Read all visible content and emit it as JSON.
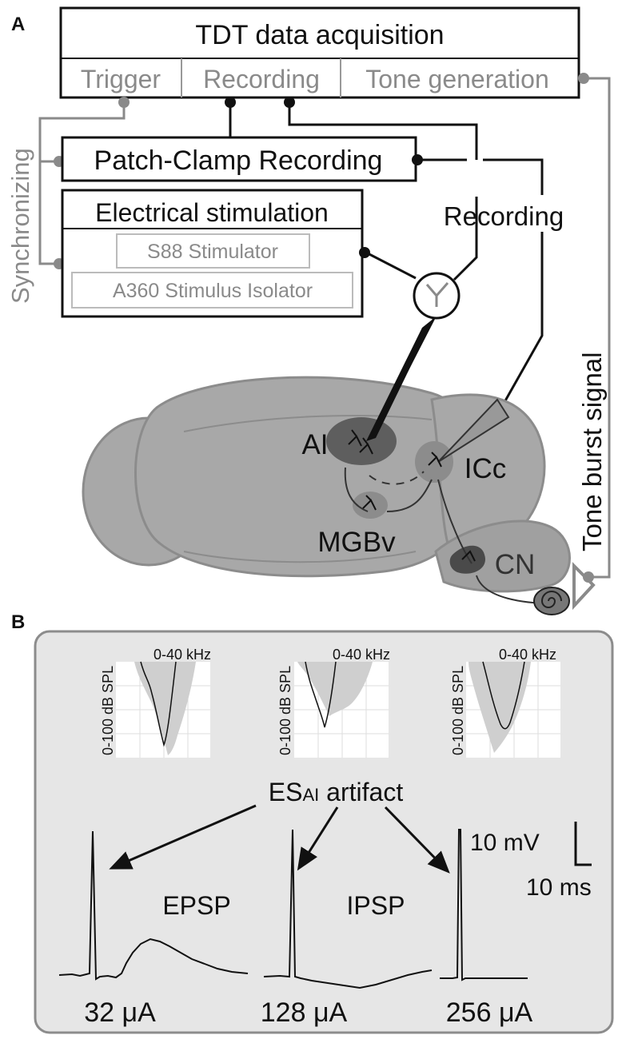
{
  "panel_a": {
    "label": "A",
    "daq": {
      "title": "TDT data acquisition",
      "ports": [
        "Trigger",
        "Recording",
        "Tone generation"
      ]
    },
    "patch_clamp": "Patch-Clamp Recording",
    "stimulation": {
      "title": "Electrical stimulation",
      "devices": [
        "S88 Stimulator",
        "A360 Stimulus Isolator"
      ]
    },
    "recording_label": "Recording",
    "sync_label": "Synchronizing",
    "tone_label": "Tone burst signal",
    "regions": {
      "ai": "AI",
      "icc": "ICc",
      "mgbv": "MGBv",
      "cn": "CN"
    }
  },
  "panel_b": {
    "label": "B",
    "tuning_curves": [
      {
        "ylabel": "0-100 dB SPL",
        "xlabel": "0-40 kHz"
      },
      {
        "ylabel": "0-100 dB SPL",
        "xlabel": "0-40 kHz"
      },
      {
        "ylabel": "0-100 dB SPL",
        "xlabel": "0-40 kHz"
      }
    ],
    "artifact_label": {
      "main": "ES",
      "sub": "AI",
      "rest": " artifact"
    },
    "scalebar": {
      "voltage": "10 mV",
      "time": "10 ms"
    },
    "responses": [
      "EPSP",
      "IPSP"
    ],
    "currents": [
      "32 μA",
      "128 μA",
      "256 μA"
    ]
  },
  "colors": {
    "dark_line": "#111111",
    "gray_line": "#8a8a8a",
    "brain_fill": "#a8a8a8",
    "brain_stroke": "#8c8c8c",
    "panel_b_bg": "#e6e6e6",
    "tuning_fill": "#cfcfcf"
  }
}
